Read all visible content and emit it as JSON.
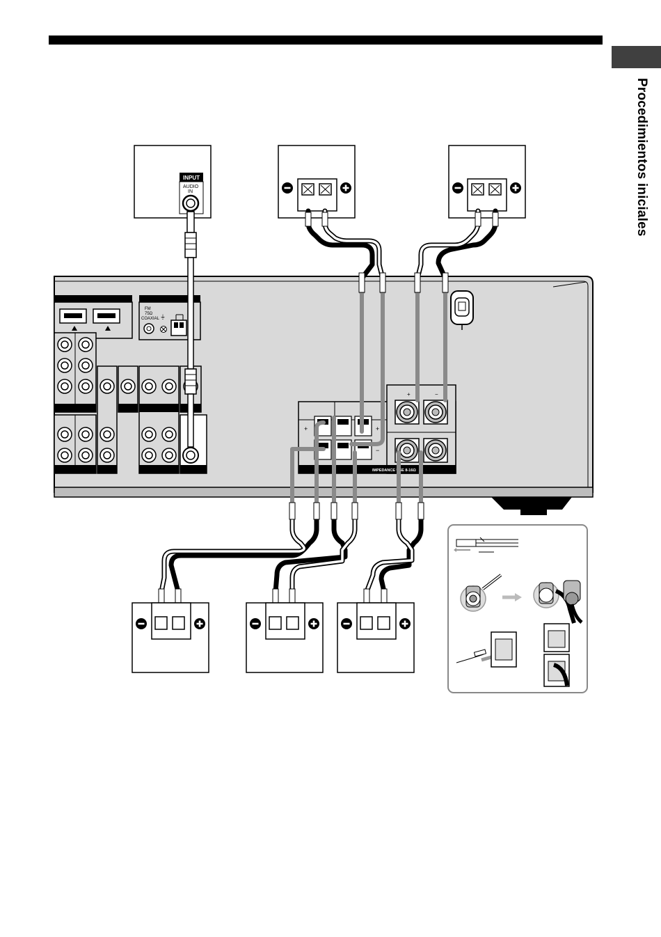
{
  "page": {
    "section_title": "Procedimientos iniciales"
  },
  "subwoofer": {
    "input_label": "INPUT",
    "audio_in_label": "AUDIO",
    "in_label": "IN"
  },
  "receiver": {
    "fm_label": "FM",
    "ohm_label": "75Ω",
    "coaxial_label": "COAXIAL",
    "impedance_label": "IMPEDANCE USE 8-16Ω"
  },
  "speaker_terminal": {
    "minus_symbol": "−",
    "plus_symbol": "+"
  },
  "colors": {
    "ink": "#000000",
    "receiver_panel": "#d9d9d9",
    "cable_gray": "#8a8a8a",
    "tab_gray": "#404040"
  }
}
